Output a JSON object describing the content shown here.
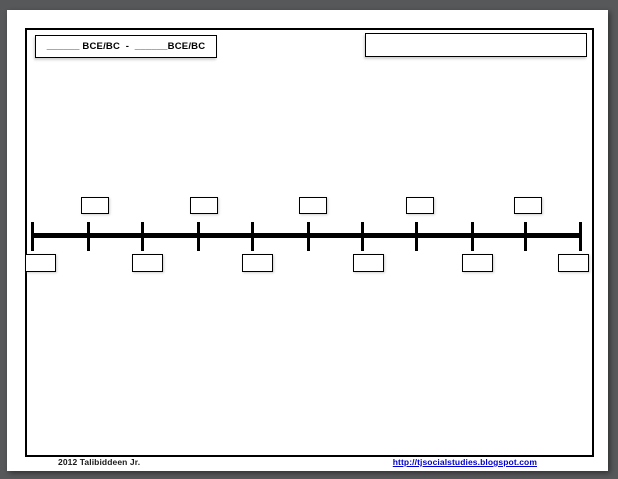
{
  "header": {
    "date_range_label": "______ BCE/BC  -  ______BCE/BC",
    "title_value": ""
  },
  "timeline": {
    "above_values": [
      "",
      "",
      "",
      "",
      ""
    ],
    "below_values": [
      "",
      "",
      "",
      "",
      "",
      ""
    ]
  },
  "footer": {
    "credit": "2012 Talibiddeen Jr.",
    "url": "http://tjsocialstudies.blogspot.com"
  },
  "colors": {
    "canvas_bg": "#57585a",
    "page_bg": "#ffffff",
    "ink": "#000000",
    "link": "#0000cc"
  }
}
